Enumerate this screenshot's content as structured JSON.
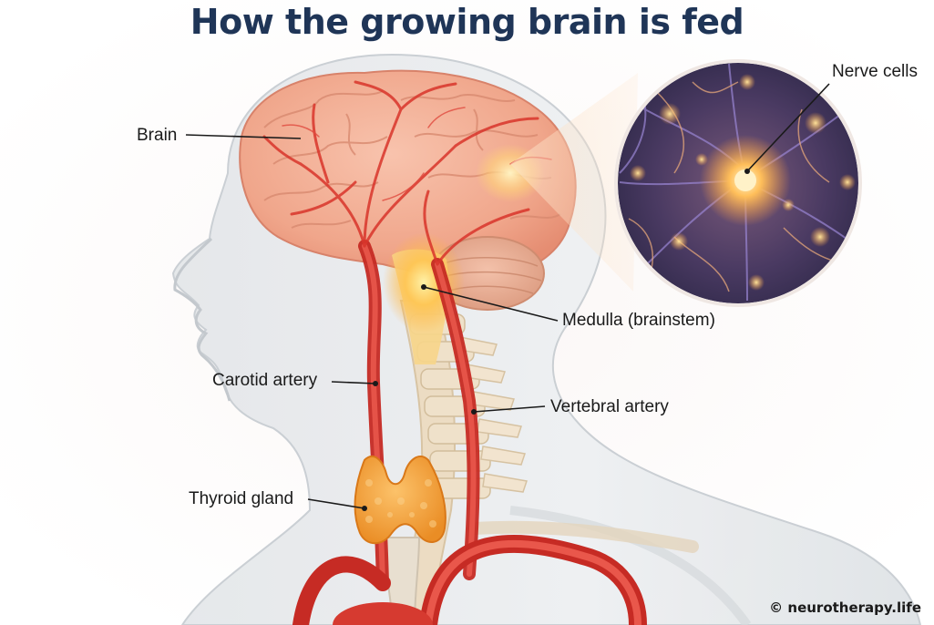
{
  "title": "How the growing brain is fed",
  "labels": {
    "brain": "Brain",
    "nerve_cells": "Nerve cells",
    "medulla": "Medulla (brainstem)",
    "carotid": "Carotid artery",
    "vertebral": "Vertebral artery",
    "thyroid": "Thyroid gland"
  },
  "credit": "© neurotherapy.life",
  "colors": {
    "title": "#1f3557",
    "brain": "#f2a98e",
    "artery": "#d9352b",
    "thyroid": "#f5a33c",
    "spine": "#ead9bf",
    "neuron_glow": "#ffb347",
    "neuron_background": "#3b2a4f"
  }
}
